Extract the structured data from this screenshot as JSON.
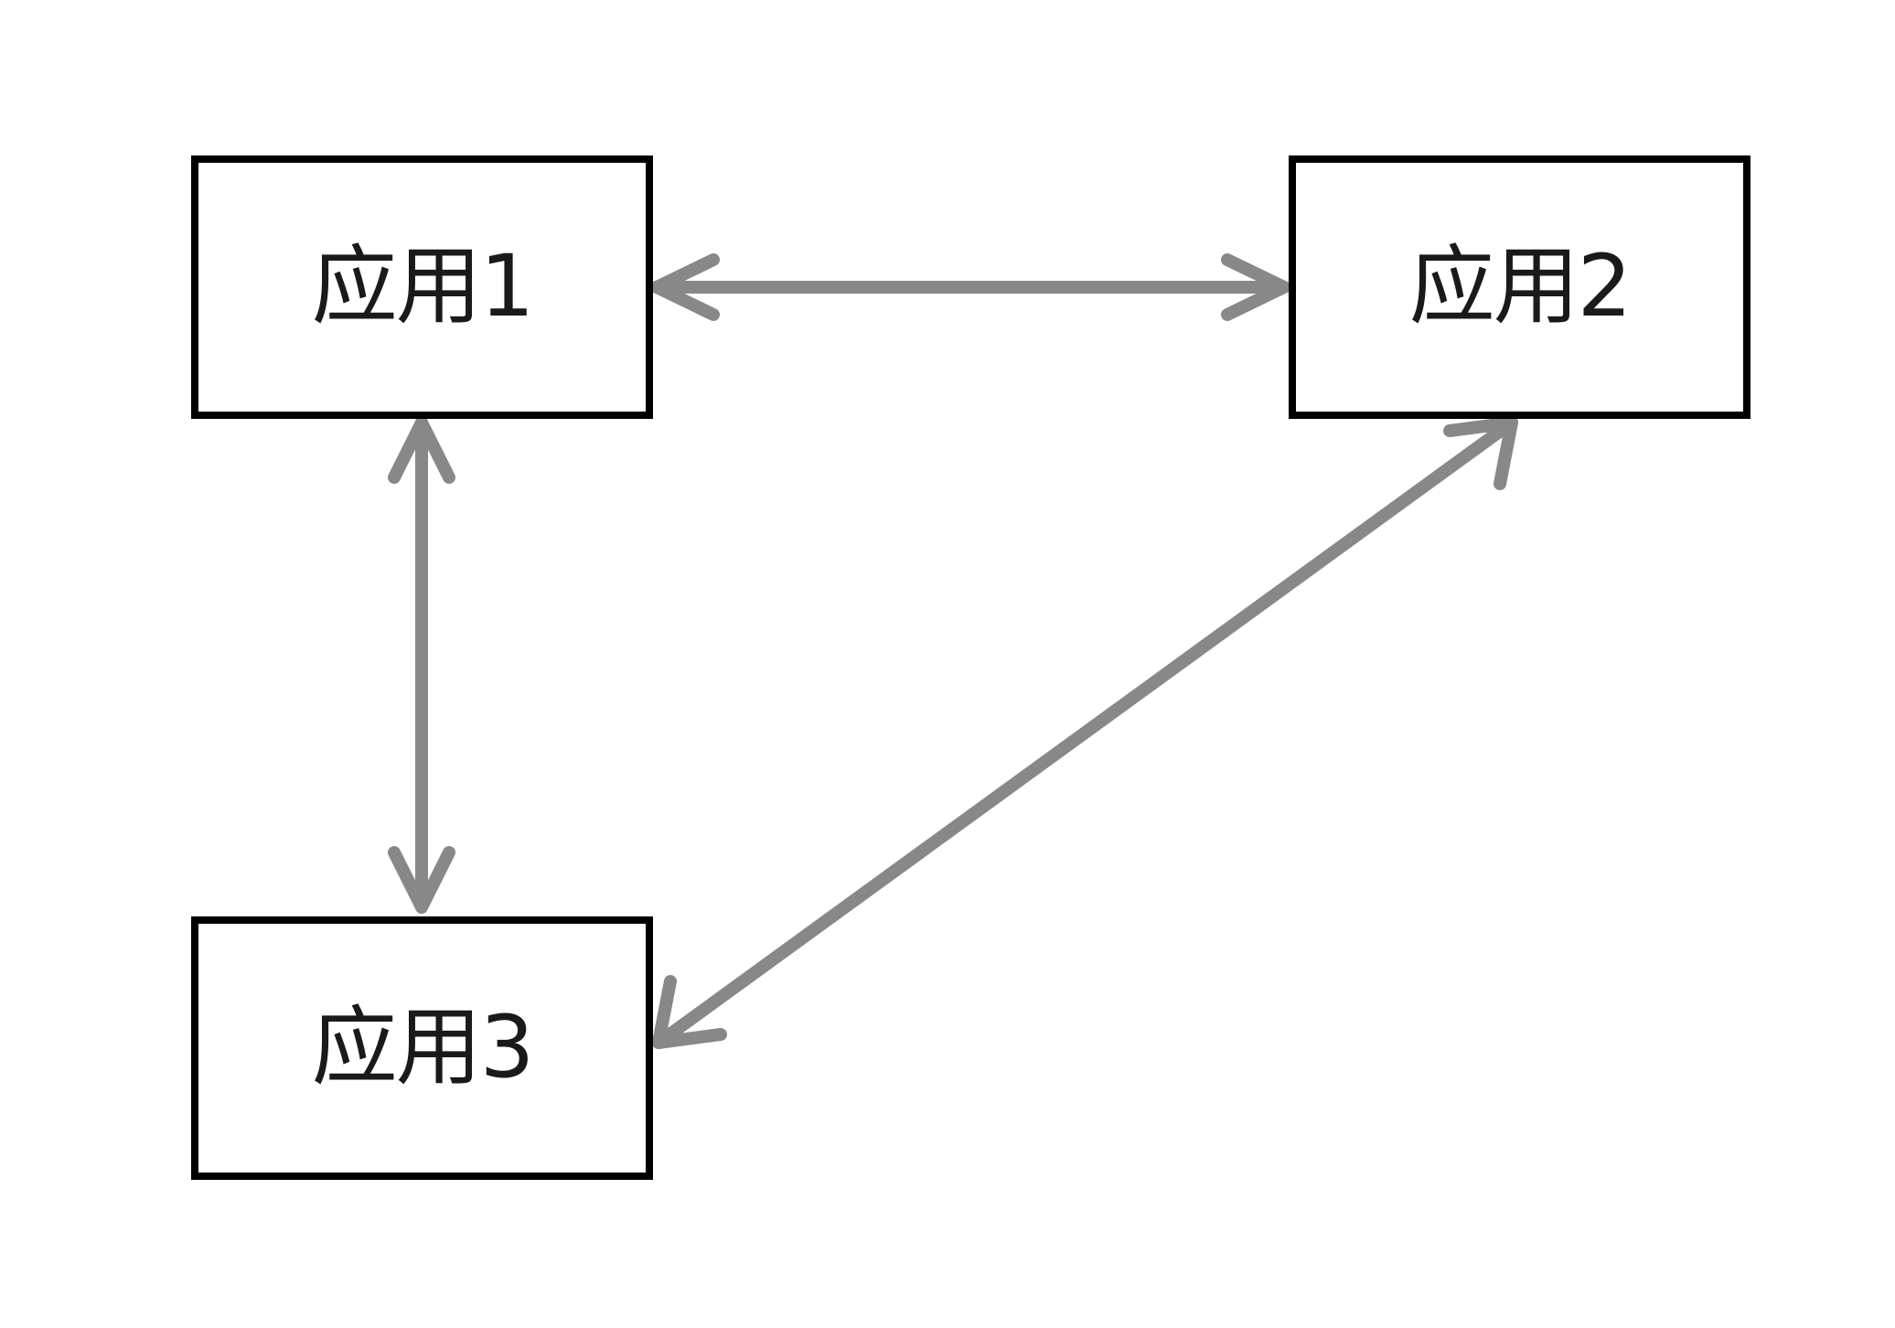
{
  "nodes": [
    {
      "id": "app1",
      "label": "应用1"
    },
    {
      "id": "app2",
      "label": "应用2"
    },
    {
      "id": "app3",
      "label": "应用3"
    }
  ],
  "edges": [
    {
      "from": "app1",
      "to": "app2",
      "direction": "bidirectional"
    },
    {
      "from": "app1",
      "to": "app3",
      "direction": "bidirectional"
    },
    {
      "from": "app2",
      "to": "app3",
      "direction": "bidirectional"
    }
  ],
  "colors": {
    "node_border": "#000000",
    "node_text": "#1a1a1a",
    "arrow": "#888888",
    "background": "#ffffff"
  }
}
